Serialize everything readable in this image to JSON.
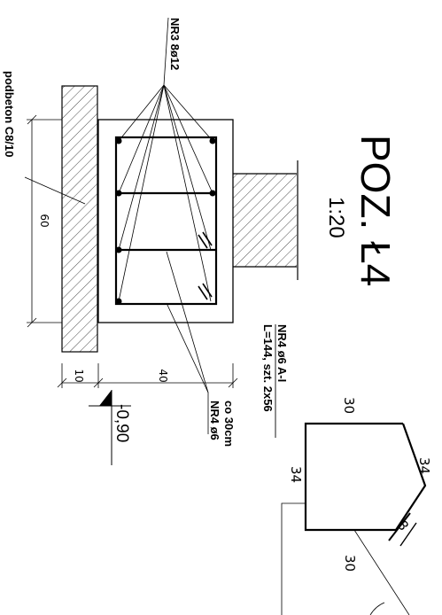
{
  "drawing": {
    "title": "POZ. Ł4",
    "scale": "1:20",
    "labels": {
      "top_bars": "NR3 8ø12",
      "lean_concrete": "podbeton C8/10",
      "stirrups": "NR4 ø6",
      "stirrup_spacing": "co 30cm",
      "level": "-0,90",
      "bar_spec_line1": "NR4 ø6 A-I",
      "bar_spec_line2": "L=144, szt. 2x56"
    },
    "dimensions": {
      "height": "60",
      "offset": "10",
      "width": "40",
      "stirrup_top": "30",
      "stirrup_left": "34",
      "stirrup_right": "34",
      "stirrup_bottom": "30",
      "hook": "8"
    }
  }
}
